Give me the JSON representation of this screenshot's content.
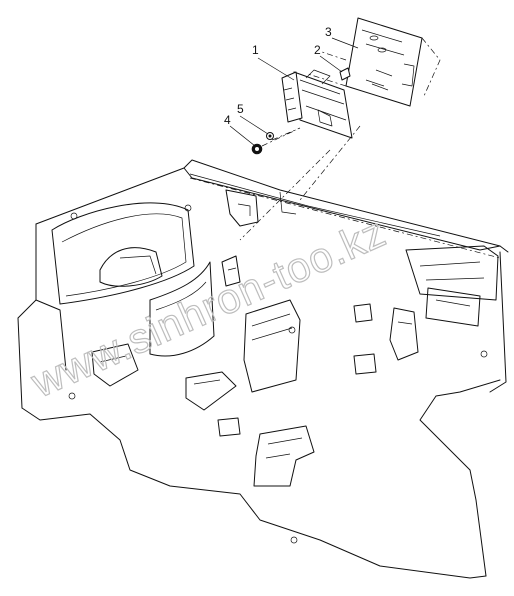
{
  "callouts": [
    {
      "id": "callout-1",
      "label": "1"
    },
    {
      "id": "callout-2",
      "label": "2"
    },
    {
      "id": "callout-3",
      "label": "3"
    },
    {
      "id": "callout-4",
      "label": "4"
    },
    {
      "id": "callout-5",
      "label": "5"
    }
  ],
  "watermark": {
    "text": "www.sinhron-too.kz"
  }
}
